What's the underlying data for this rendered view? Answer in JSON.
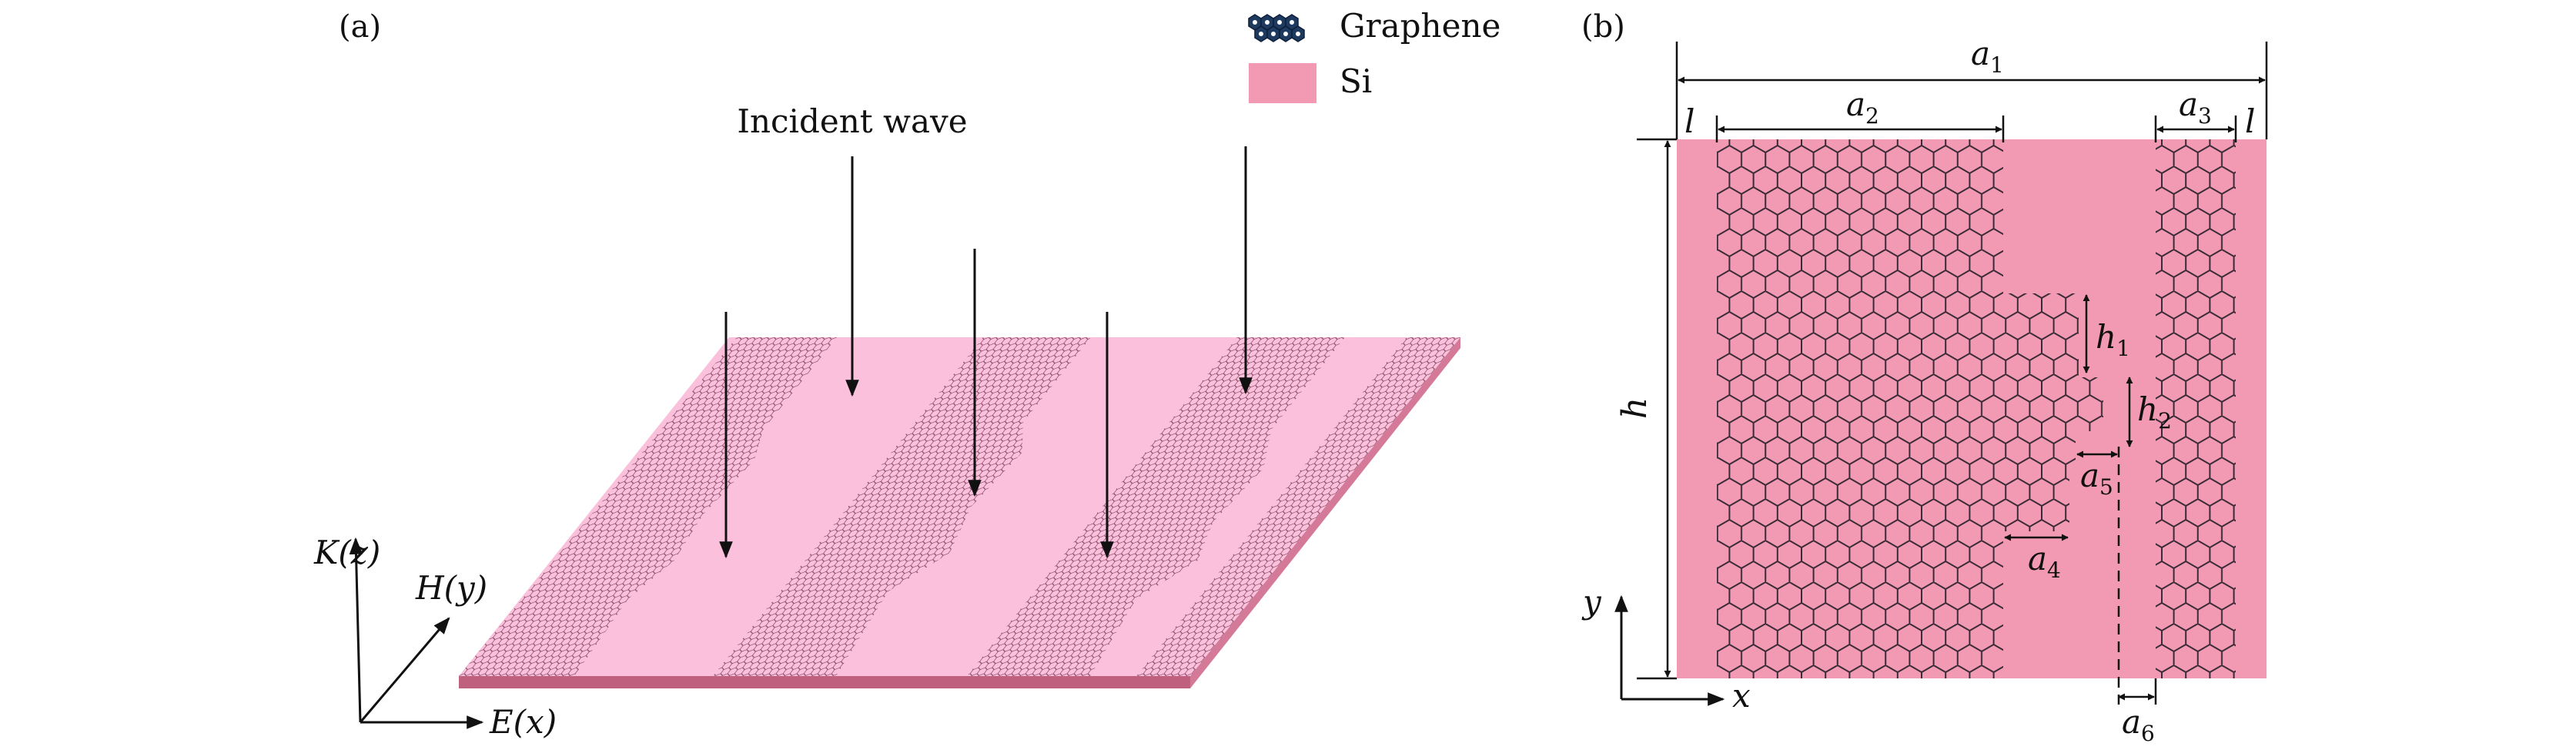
{
  "panel_a": {
    "label": "(a)",
    "incident_label": "Incident wave",
    "axes": {
      "z": "K(z)",
      "y": "H(y)",
      "x": "E(x)"
    }
  },
  "legend": {
    "graphene": "Graphene",
    "si": "Si"
  },
  "panel_b": {
    "label": "(b)",
    "dims": {
      "a1_base": "a",
      "a1_sub": "1",
      "a2_base": "a",
      "a2_sub": "2",
      "a3_base": "a",
      "a3_sub": "3",
      "a4_base": "a",
      "a4_sub": "4",
      "a5_base": "a",
      "a5_sub": "5",
      "a6_base": "a",
      "a6_sub": "6",
      "h1_base": "h",
      "h1_sub": "1",
      "h2_base": "h",
      "h2_sub": "2",
      "l_left": "l",
      "l_right": "l",
      "h": "h"
    },
    "axes": {
      "x": "x",
      "y": "y"
    }
  },
  "colors": {
    "si_dark": "#f29ab4",
    "si_light": "#fbc1dc",
    "slab_edge": "#c0607f",
    "hex_stroke": "#3a2a35",
    "legend_hex_fill": "#1f3a5f"
  }
}
